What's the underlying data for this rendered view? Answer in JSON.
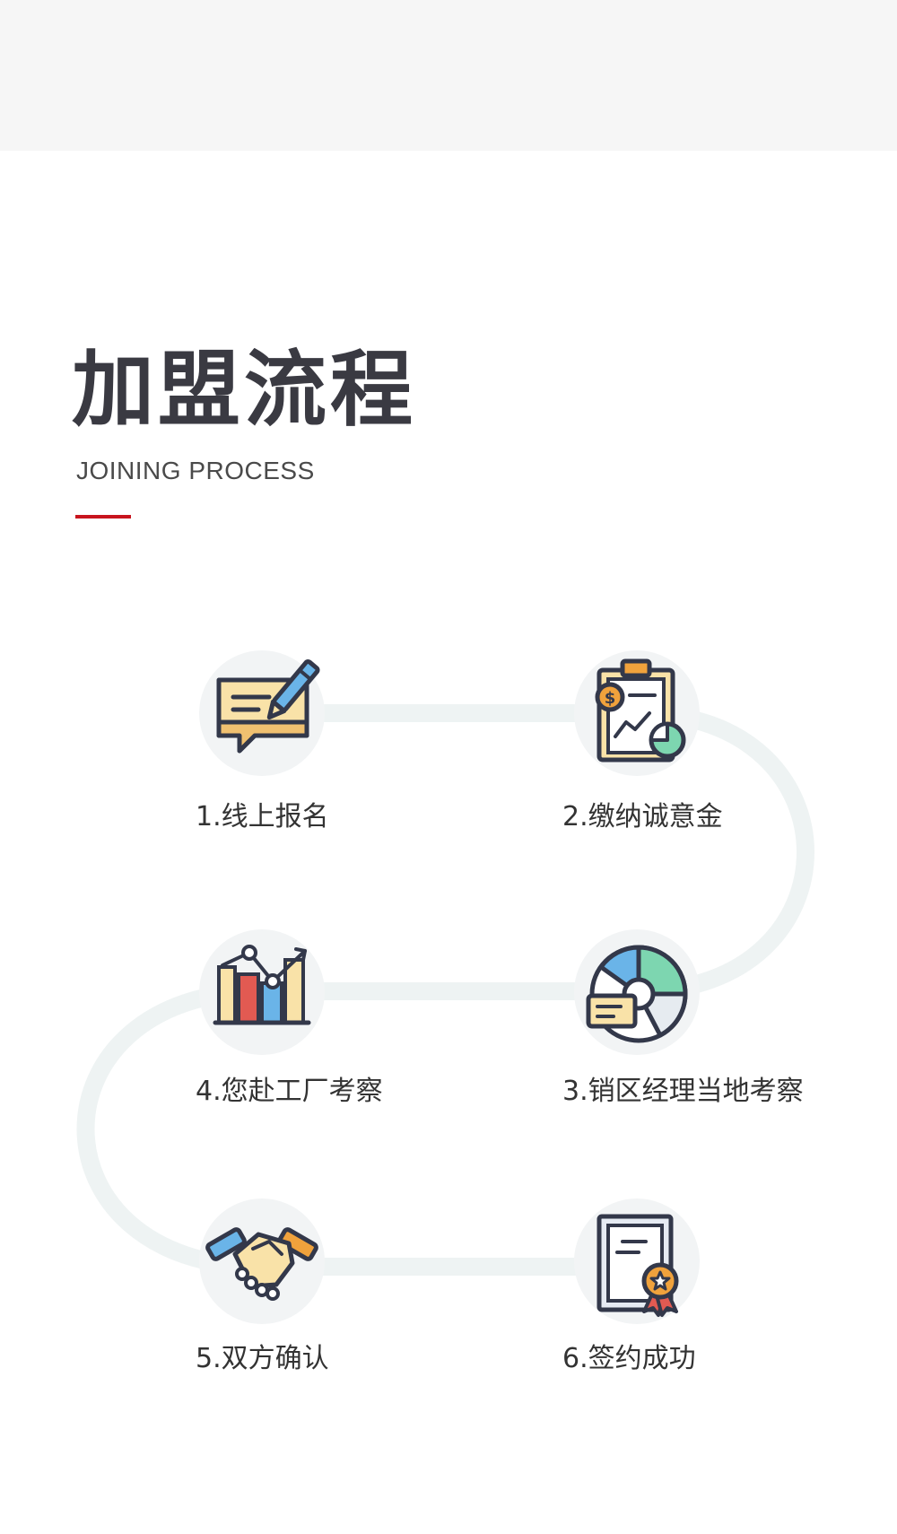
{
  "header": {
    "title": "加盟流程",
    "subtitle": "JOINING PROCESS",
    "accent_color": "#c8141e"
  },
  "steps": [
    {
      "label": "1.线上报名",
      "icon": "letter-pen-icon"
    },
    {
      "label": "2.缴纳诚意金",
      "icon": "clipboard-dollar-icon"
    },
    {
      "label": "3.销区经理当地考察",
      "icon": "pie-chart-icon"
    },
    {
      "label": "4.您赴工厂考察",
      "icon": "bar-chart-icon"
    },
    {
      "label": "5.双方确认",
      "icon": "handshake-icon"
    },
    {
      "label": "6.签约成功",
      "icon": "certificate-icon"
    }
  ],
  "colors": {
    "title": "#3a3a42",
    "path": "#eef3f3",
    "icon_outline": "#33384a",
    "icon_yellow": "#f9e2a8",
    "icon_orange": "#f0a23c",
    "icon_blue": "#6ab4e8",
    "icon_green": "#7dd6b0",
    "icon_red": "#e25a52"
  }
}
